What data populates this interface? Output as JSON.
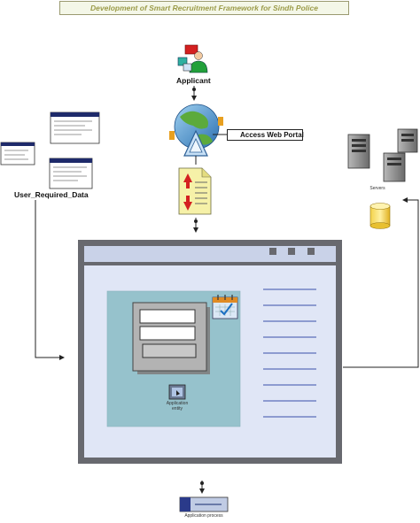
{
  "title": "Development of Smart Recruitment Framework for Sindh Police",
  "nodes": {
    "applicant": "Applicant",
    "access_web_portal": "Access Web Portal",
    "user_required_data": "User_Required_Data",
    "servers": "Servers",
    "application_entity": "Application entity",
    "application_process": "Application process"
  },
  "colors": {
    "window_frame": "#68696f",
    "window_body": "#e0e6f6",
    "title_bar": "#c9d2e8",
    "panel": "#96c2cc",
    "window_lines": "#8d9bd0",
    "doc_header": "#1e2a6a",
    "arrow": "#222222"
  },
  "icons": [
    "user-computer-icon",
    "globe-portal-icon",
    "document-transfer-icon",
    "document-list-icon",
    "server-icon",
    "database-icon",
    "application-entity-icon",
    "application-process-icon",
    "calendar-icon"
  ]
}
